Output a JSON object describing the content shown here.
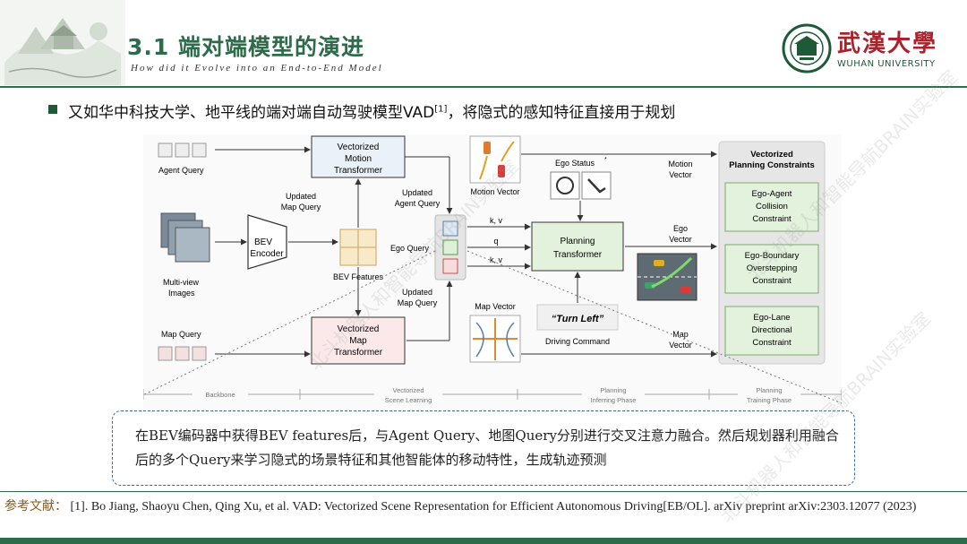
{
  "header": {
    "title": "3.1  端对端模型的演进",
    "subtitle": "How did it Evolve into an End-to-End Model",
    "logo_cn": "武漢大學",
    "logo_en": "WUHAN UNIVERSITY"
  },
  "bullet": {
    "text_before": "又如华中科技大学、地平线的端对端自动驾驶模型VAD",
    "sup": "[1]",
    "text_after": "，将隐式的感知特征直接用于规划"
  },
  "diagram": {
    "agent_query": "Agent Query",
    "multi_view_1": "Multi-view",
    "multi_view_2": "Images",
    "map_query": "Map Query",
    "bev_encoder_1": "BEV",
    "bev_encoder_2": "Encoder",
    "bev_features": "BEV Features",
    "motion_tf_1": "Vectorized",
    "motion_tf_2": "Motion",
    "motion_tf_3": "Transformer",
    "map_tf_1": "Vectorized",
    "map_tf_2": "Map",
    "map_tf_3": "Transformer",
    "updated_map_query_a_1": "Updated",
    "updated_map_query_a_2": "Map Query",
    "updated_agent_query_1": "Updated",
    "updated_agent_query_2": "Agent Query",
    "updated_map_query_b_1": "Updated",
    "updated_map_query_b_2": "Map Query",
    "ego_query": "Ego Query",
    "motion_vector": "Motion Vector",
    "map_vector": "Map Vector",
    "ego_status": "Ego Status",
    "ego_status_star": "*",
    "kv1": "k, v",
    "q": "q",
    "kv2": "k, v",
    "planning_tf_1": "Planning",
    "planning_tf_2": "Transformer",
    "turn_left": "“Turn Left”",
    "driving_command": "Driving Command",
    "motion_vec_lbl_1": "Motion",
    "motion_vec_lbl_2": "Vector",
    "ego_vec_lbl_1": "Ego",
    "ego_vec_lbl_2": "Vector",
    "map_vec_lbl_1": "Map",
    "map_vec_lbl_2": "Vector",
    "constraints_title_1": "Vectorized",
    "constraints_title_2": "Planning Constraints",
    "c1_1": "Ego-Agent",
    "c1_2": "Collision",
    "c1_3": "Constraint",
    "c2_1": "Ego-Boundary",
    "c2_2": "Overstepping",
    "c2_3": "Constraint",
    "c3_1": "Ego-Lane",
    "c3_2": "Directional",
    "c3_3": "Constraint",
    "phase_backbone": "Backbone",
    "phase_scene_1": "Vectorized",
    "phase_scene_2": "Scene Learning",
    "phase_infer_1": "Planning",
    "phase_infer_2": "Inferring Phase",
    "phase_train_1": "Planning",
    "phase_train_2": "Training Phase"
  },
  "callout": {
    "text": "在BEV编码器中获得BEV features后，与Agent Query、地图Query分别进行交叉注意力融合。然后规划器利用融合后的多个Query来学习隐式的场景特征和其他智能体的移动特性，生成轨迹预测"
  },
  "reference": {
    "label": "参考文献：",
    "text": "[1]. Bo Jiang, Shaoyu Chen, Qing Xu, et al. VAD: Vectorized Scene Representation for Efficient Autonomous Driving[EB/OL]. arXiv preprint arXiv:2303.12077 (2023)"
  },
  "watermark": {
    "text": "北斗机器人和智能导航BRAIN实验室"
  },
  "colors": {
    "brand_green": "#2e6b4a",
    "logo_red": "#a8232c",
    "callout_border": "#3a6aa0"
  }
}
